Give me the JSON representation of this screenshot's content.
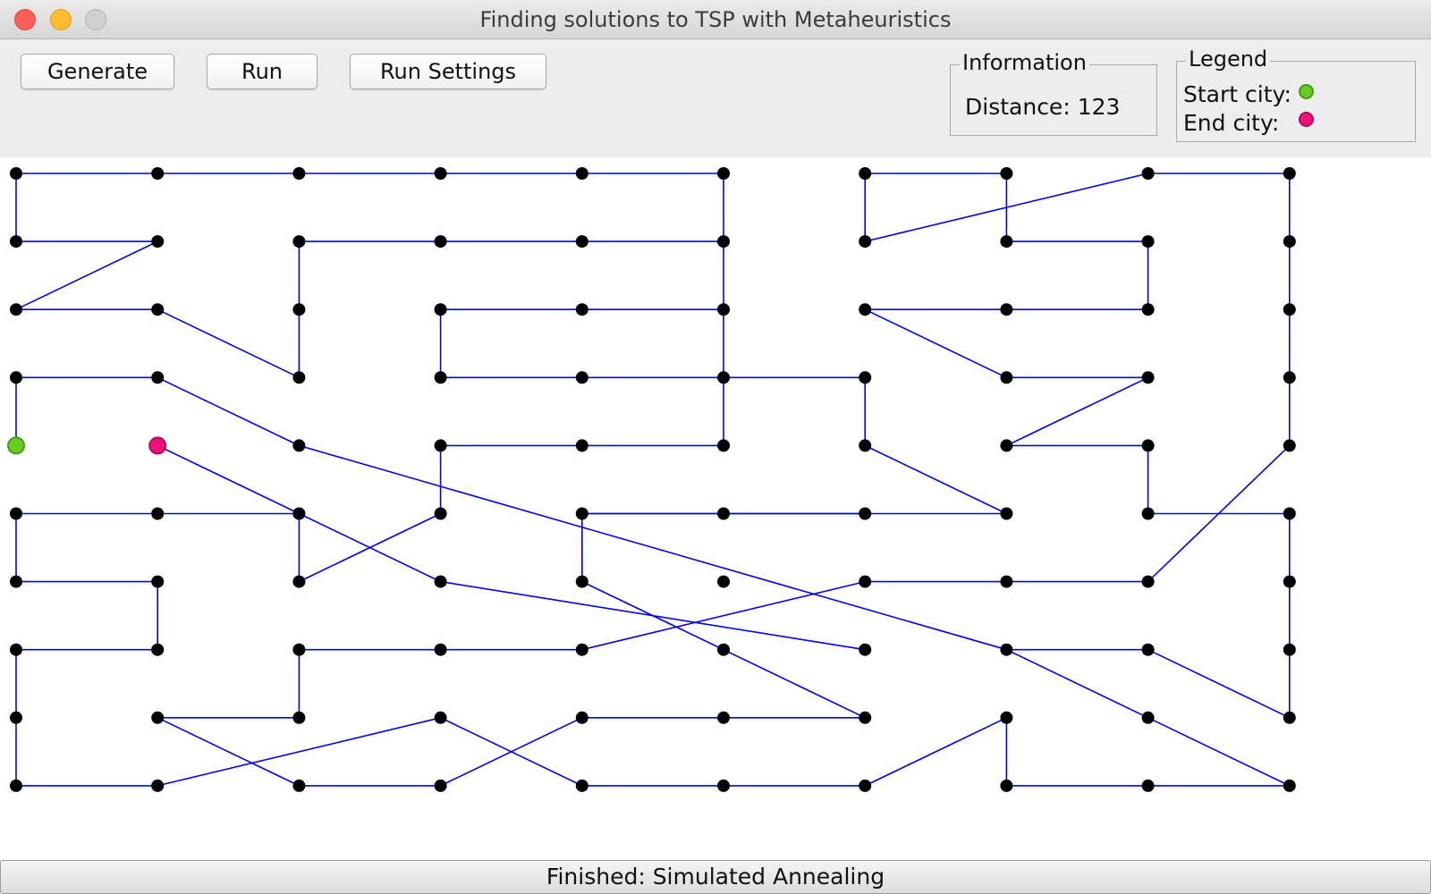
{
  "window": {
    "title": "Finding solutions to TSP with Metaheuristics"
  },
  "toolbar": {
    "generate_label": "Generate",
    "run_label": "Run",
    "run_settings_label": "Run Settings"
  },
  "information": {
    "title": "Information",
    "distance_label": "Distance:",
    "distance_value": "123"
  },
  "legend": {
    "title": "Legend",
    "start_label": "Start city:",
    "end_label": "End city:",
    "start_color": "#66cc22",
    "end_color": "#ee1177"
  },
  "map": {
    "city_color": "#000000",
    "route_color": "#0000ee",
    "grid_columns": 10,
    "grid_rows": 10,
    "start_city": [
      0,
      4
    ],
    "end_city": [
      1,
      4
    ],
    "route": [
      [
        [
          0,
          0
        ],
        [
          1,
          0
        ]
      ],
      [
        [
          1,
          0
        ],
        [
          2,
          0
        ]
      ],
      [
        [
          2,
          0
        ],
        [
          3,
          0
        ]
      ],
      [
        [
          3,
          0
        ],
        [
          4,
          0
        ]
      ],
      [
        [
          4,
          0
        ],
        [
          5,
          0
        ]
      ],
      [
        [
          5,
          0
        ],
        [
          5,
          1
        ]
      ],
      [
        [
          6,
          0
        ],
        [
          7,
          0
        ]
      ],
      [
        [
          8,
          0
        ],
        [
          9,
          0
        ]
      ],
      [
        [
          9,
          0
        ],
        [
          9,
          1
        ]
      ],
      [
        [
          9,
          1
        ],
        [
          9,
          2
        ]
      ],
      [
        [
          9,
          2
        ],
        [
          9,
          3
        ]
      ],
      [
        [
          9,
          3
        ],
        [
          9,
          4
        ]
      ],
      [
        [
          0,
          0
        ],
        [
          0,
          1
        ]
      ],
      [
        [
          0,
          1
        ],
        [
          1,
          1
        ]
      ],
      [
        [
          1,
          1
        ],
        [
          0,
          2
        ]
      ],
      [
        [
          0,
          2
        ],
        [
          1,
          2
        ]
      ],
      [
        [
          1,
          2
        ],
        [
          2,
          3
        ]
      ],
      [
        [
          2,
          3
        ],
        [
          2,
          1
        ]
      ],
      [
        [
          2,
          1
        ],
        [
          3,
          1
        ]
      ],
      [
        [
          3,
          1
        ],
        [
          4,
          1
        ]
      ],
      [
        [
          4,
          1
        ],
        [
          5,
          1
        ]
      ],
      [
        [
          5,
          1
        ],
        [
          5,
          2
        ]
      ],
      [
        [
          5,
          2
        ],
        [
          5,
          3
        ]
      ],
      [
        [
          5,
          3
        ],
        [
          5,
          4
        ]
      ],
      [
        [
          5,
          4
        ],
        [
          4,
          4
        ]
      ],
      [
        [
          4,
          4
        ],
        [
          3,
          4
        ]
      ],
      [
        [
          3,
          4
        ],
        [
          3,
          5
        ]
      ],
      [
        [
          3,
          5
        ],
        [
          2,
          6
        ]
      ],
      [
        [
          2,
          6
        ],
        [
          2,
          5
        ]
      ],
      [
        [
          2,
          5
        ],
        [
          1,
          5
        ]
      ],
      [
        [
          1,
          5
        ],
        [
          0,
          5
        ]
      ],
      [
        [
          0,
          5
        ],
        [
          0,
          6
        ]
      ],
      [
        [
          0,
          6
        ],
        [
          1,
          6
        ]
      ],
      [
        [
          1,
          6
        ],
        [
          1,
          7
        ]
      ],
      [
        [
          1,
          7
        ],
        [
          0,
          7
        ]
      ],
      [
        [
          0,
          7
        ],
        [
          0,
          8
        ]
      ],
      [
        [
          0,
          8
        ],
        [
          0,
          9
        ]
      ],
      [
        [
          0,
          9
        ],
        [
          1,
          9
        ]
      ],
      [
        [
          1,
          9
        ],
        [
          3,
          8
        ]
      ],
      [
        [
          3,
          8
        ],
        [
          4,
          9
        ]
      ],
      [
        [
          4,
          9
        ],
        [
          5,
          9
        ]
      ],
      [
        [
          5,
          9
        ],
        [
          6,
          9
        ]
      ],
      [
        [
          6,
          9
        ],
        [
          7,
          8
        ]
      ],
      [
        [
          7,
          8
        ],
        [
          7,
          9
        ]
      ],
      [
        [
          7,
          9
        ],
        [
          8,
          9
        ]
      ],
      [
        [
          8,
          9
        ],
        [
          9,
          9
        ]
      ],
      [
        [
          9,
          9
        ],
        [
          8,
          8
        ]
      ],
      [
        [
          8,
          8
        ],
        [
          7,
          7
        ]
      ],
      [
        [
          7,
          7
        ],
        [
          8,
          7
        ]
      ],
      [
        [
          8,
          7
        ],
        [
          9,
          8
        ]
      ],
      [
        [
          9,
          8
        ],
        [
          9,
          7
        ]
      ],
      [
        [
          9,
          7
        ],
        [
          9,
          6
        ]
      ],
      [
        [
          9,
          6
        ],
        [
          9,
          5
        ]
      ],
      [
        [
          9,
          5
        ],
        [
          8,
          5
        ]
      ],
      [
        [
          8,
          5
        ],
        [
          8,
          4
        ]
      ],
      [
        [
          8,
          4
        ],
        [
          7,
          4
        ]
      ],
      [
        [
          7,
          4
        ],
        [
          8,
          3
        ]
      ],
      [
        [
          8,
          3
        ],
        [
          7,
          3
        ]
      ],
      [
        [
          7,
          3
        ],
        [
          6,
          2
        ]
      ],
      [
        [
          6,
          2
        ],
        [
          7,
          2
        ]
      ],
      [
        [
          7,
          2
        ],
        [
          8,
          2
        ]
      ],
      [
        [
          8,
          2
        ],
        [
          8,
          1
        ]
      ],
      [
        [
          8,
          1
        ],
        [
          7,
          1
        ]
      ],
      [
        [
          7,
          1
        ],
        [
          7,
          0
        ]
      ],
      [
        [
          6,
          0
        ],
        [
          6,
          1
        ]
      ],
      [
        [
          6,
          1
        ],
        [
          8,
          0
        ]
      ],
      [
        [
          0,
          3
        ],
        [
          1,
          3
        ]
      ],
      [
        [
          1,
          3
        ],
        [
          2,
          4
        ]
      ],
      [
        [
          2,
          4
        ],
        [
          7,
          7
        ]
      ],
      [
        [
          0,
          3
        ],
        [
          0,
          4
        ]
      ],
      [
        [
          3,
          2
        ],
        [
          4,
          2
        ]
      ],
      [
        [
          4,
          2
        ],
        [
          5,
          2
        ]
      ],
      [
        [
          3,
          2
        ],
        [
          3,
          3
        ]
      ],
      [
        [
          3,
          3
        ],
        [
          4,
          3
        ]
      ],
      [
        [
          4,
          3
        ],
        [
          5,
          3
        ]
      ],
      [
        [
          5,
          3
        ],
        [
          6,
          3
        ]
      ],
      [
        [
          6,
          3
        ],
        [
          6,
          4
        ]
      ],
      [
        [
          6,
          4
        ],
        [
          7,
          5
        ]
      ],
      [
        [
          7,
          5
        ],
        [
          4,
          5
        ]
      ],
      [
        [
          4,
          5
        ],
        [
          5,
          5
        ]
      ],
      [
        [
          5,
          5
        ],
        [
          6,
          5
        ]
      ],
      [
        [
          4,
          5
        ],
        [
          4,
          6
        ]
      ],
      [
        [
          4,
          6
        ],
        [
          6,
          8
        ]
      ],
      [
        [
          6,
          8
        ],
        [
          5,
          8
        ]
      ],
      [
        [
          5,
          8
        ],
        [
          4,
          8
        ]
      ],
      [
        [
          4,
          8
        ],
        [
          3,
          9
        ]
      ],
      [
        [
          3,
          9
        ],
        [
          2,
          9
        ]
      ],
      [
        [
          2,
          9
        ],
        [
          1,
          8
        ]
      ],
      [
        [
          1,
          8
        ],
        [
          2,
          8
        ]
      ],
      [
        [
          2,
          8
        ],
        [
          2,
          7
        ]
      ],
      [
        [
          2,
          7
        ],
        [
          3,
          7
        ]
      ],
      [
        [
          3,
          7
        ],
        [
          4,
          7
        ]
      ],
      [
        [
          4,
          7
        ],
        [
          6,
          6
        ]
      ],
      [
        [
          6,
          6
        ],
        [
          7,
          6
        ]
      ],
      [
        [
          7,
          6
        ],
        [
          8,
          6
        ]
      ],
      [
        [
          8,
          6
        ],
        [
          9,
          4
        ]
      ],
      [
        [
          1,
          4
        ],
        [
          3,
          6
        ]
      ],
      [
        [
          3,
          6
        ],
        [
          6,
          7
        ]
      ]
    ]
  },
  "status": {
    "text": "Finished: Simulated Annealing"
  }
}
